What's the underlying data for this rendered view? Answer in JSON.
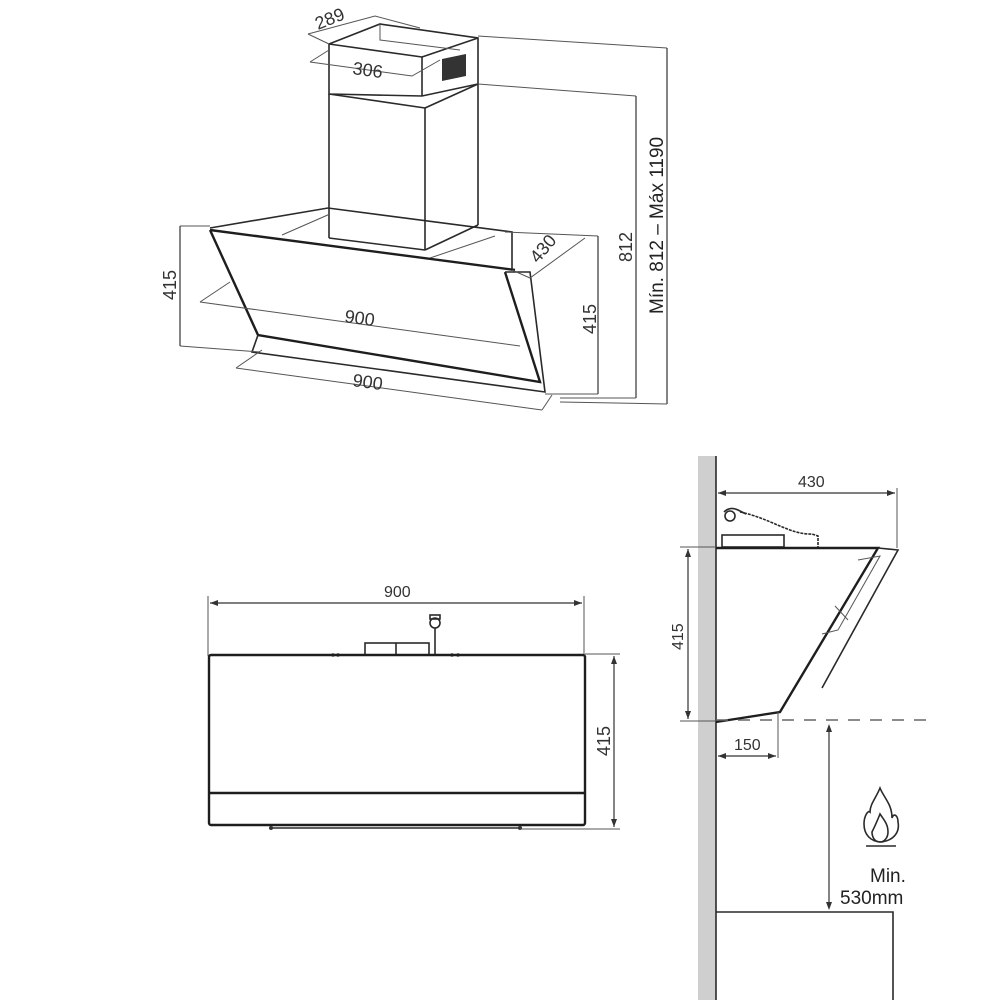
{
  "diagram": {
    "subject": "Inclined wall-mounted cooker hood dimensional drawing",
    "views": {
      "isometric": {
        "labels": {
          "chimney_depth": "289",
          "chimney_width": "306",
          "hood_depth": "430",
          "hood_height_left": "415",
          "hood_height_right": "415",
          "panel_width_top": "900",
          "panel_width_bottom": "900",
          "overall_min": "812",
          "height_range": "Mín. 812 – Máx 1190"
        }
      },
      "front": {
        "labels": {
          "width": "900",
          "height": "415"
        }
      },
      "side": {
        "labels": {
          "depth": "430",
          "height": "415",
          "bottom_offset": "150",
          "min_clearance_line1": "Min.",
          "min_clearance_line2": "530mm"
        },
        "icons": [
          "fire-icon"
        ],
        "wall_color": "#cfcfcf"
      }
    }
  }
}
